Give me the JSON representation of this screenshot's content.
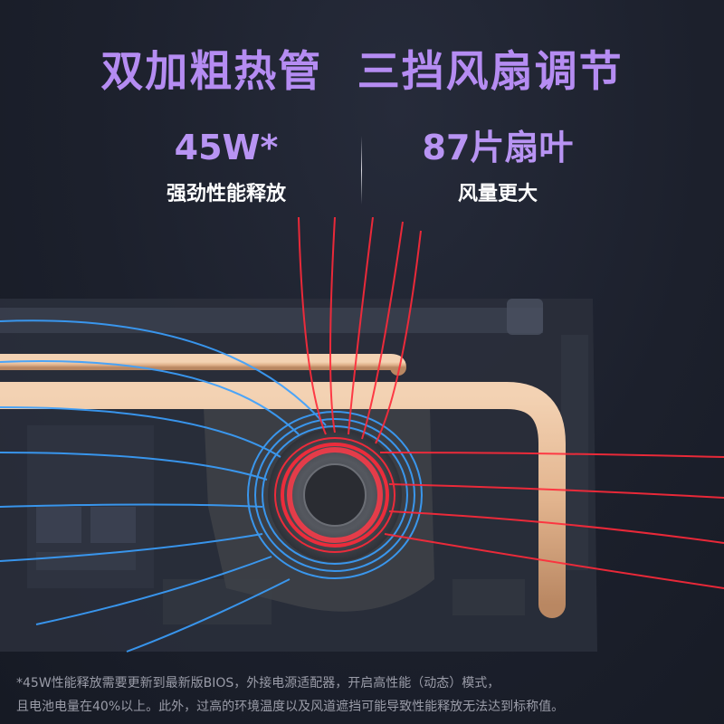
{
  "headline": {
    "left": "双加粗热管",
    "right": "三挡风扇调节"
  },
  "specs": [
    {
      "value": "45W*",
      "label": "强劲性能释放"
    },
    {
      "value": "87片扇叶",
      "label": "风量更大"
    }
  ],
  "footnote": {
    "line1": "*45W性能释放需要更新到最新版BIOS，外接电源适配器，开启高性能（动态）模式，",
    "line2": "且电池电量在40%以上。此外，过高的环境温度以及风道遮挡可能导致性能释放无法达到标称值。"
  },
  "colors": {
    "accent_purple": "#b58cf2",
    "heatpipe_copper": "#e2b48e",
    "airflow_cold": "#3aa0ff",
    "airflow_hot": "#ff2a3a"
  }
}
